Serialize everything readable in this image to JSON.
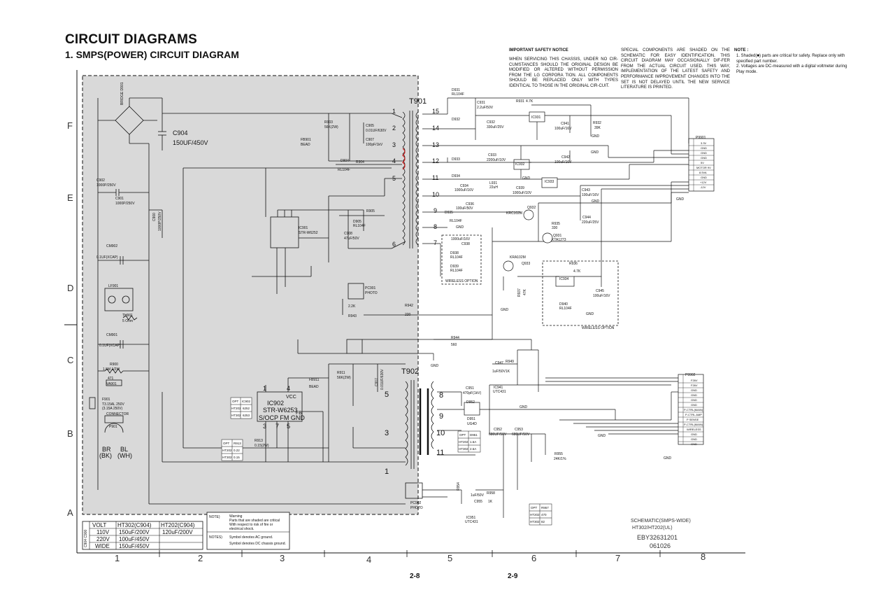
{
  "header": {
    "title": "CIRCUIT DIAGRAMS",
    "subtitle": "1. SMPS(POWER) CIRCUIT DIAGRAM"
  },
  "safety_notice": {
    "title": "IMPORTANT SAFETY NOTICE",
    "body": "WHEN SERVICING THIS CHASSIS, UNDER NO CIR-CUMSTANCES SHOULD THE ORIGINAL DESIGN BE MODIFIED OR ALTERED WITHOUT PERMISSION FROM THE LG CORPORA TION. ALL COMPONENTS SHOULD BE REPLACED ONLY WITH TYPES IDENTICAL TO THOSE IN THE ORIGINAL CIR-CUIT.",
    "body2": "SPECIAL COMPONENTS ARE SHADED ON THE SCHEMATIC FOR EASY IDENTIFICATION. THIS CIRCUIT DIAGRAM MAY OCCASIONALLY DIF-FER FROM THE ACTUAL CIRCUIT USED. THIS WAY, IMPLEMENTATION OF THE LATEST SAFETY AND PERFORMANCE IMPROVEMENT CHANGES INTO THE SET IS NOT DELAYED UNTIL THE NEW SERVICE LITERATURE IS PRINTED."
  },
  "note": {
    "title": "NOTE :",
    "items": [
      "1. Shaded(■) parts are critical for safety. Replace only with specified part number.",
      "2. Voltages are DC-measured with a digital voltmeter during Play mode."
    ]
  },
  "grid": {
    "columns": [
      "1",
      "2",
      "3",
      "4",
      "5",
      "6",
      "7",
      "8"
    ],
    "rows": [
      "F",
      "E",
      "D",
      "C",
      "B",
      "A"
    ]
  },
  "volt_table": {
    "side_label": "C904 C900",
    "headers": [
      "VOLT",
      "HT302(C904)",
      "HT202(C904)"
    ],
    "rows": [
      [
        "110V",
        "150uF/200V",
        "120uF/200V"
      ],
      [
        "220V",
        "100uF/450V",
        ""
      ],
      [
        "WIDE",
        "150uF/450V",
        ""
      ]
    ]
  },
  "notes_box": {
    "note1_label": "NOTE)",
    "warning_title": "Warning",
    "warning_lines": [
      "Parts that are shaded are critical",
      "With respect to risk of fire or",
      "electrical shock."
    ],
    "note2_label": "NOTES)",
    "ac_ground": "Symbol denotes AC ground.",
    "dc_ground": "Symbol denotes DC chassis ground."
  },
  "footer": {
    "schematic": "SCHEMATIC(SMPS-WIDE)",
    "model": "HT302/HT202(UL)",
    "part_no": "EBY32631201",
    "date": "061026",
    "page_left": "2-8",
    "page_right": "2-9"
  },
  "components": {
    "bridge": "BRIDGE D901",
    "c904": "C904",
    "c904_val": "150UF/450V",
    "t901": "T901",
    "t902": "T902",
    "c902": "C902",
    "c902_val": "1000P/250V",
    "c901": "C901",
    "c901_val": "1000P/250V",
    "c900": "C900",
    "c900_val": "1000P/250V",
    "cm902": "CM902",
    "cm902_val": "0.1UF(XCAP)",
    "lf901": "LF901",
    "th901": "TH901",
    "th901_val": "5 Ohm",
    "cm901": "CM901",
    "cm901_val": "0.1UF(XCAP)",
    "r900": "R900",
    "r900_val": "1.5M 1/2W",
    "va901": "VA901",
    "va901_val": "471",
    "f901": "F901",
    "f901_val1": "T3.15AL 250V",
    "f901_val2": "(3.15A 250V)",
    "connector": "CONNECTOR",
    "p901": "P901",
    "br": "BR",
    "br2": "(BK)",
    "bl": "BL",
    "bl2": "(WH)",
    "ic901": "IC901",
    "ic901_part": "STR-W6252",
    "ic902": "IC902",
    "ic902_part": "STR-W6253",
    "ic902_vcc": "VCC",
    "ic902_pins": "S/OCP FM GND",
    "ic902_fb": "FB",
    "ic902_p1": "1",
    "ic902_p4": "4",
    "ic902_p3": "3",
    "ic902_p7": "7",
    "ic902_p5": "5",
    "d903": "R903",
    "d903_val": "56K(2W)",
    "c905": "C905",
    "c905_val": "0.01UF/630V",
    "c907": "C907",
    "c907_val": "100pF/1kV",
    "fb901": "FB901",
    "fb901_val": "BEAD",
    "d904": "D904",
    "d904_val": "RL104F",
    "r904": "R904",
    "r905": "R905",
    "d905": "D905",
    "d905_val": "RL104F",
    "c908": "C908",
    "c908_val": "47uF/50V",
    "pc901": "PC901",
    "pc901_part": "PHOTO",
    "r942": "R942",
    "r942_val": "220",
    "r943": "R943",
    "r943_val": "2.2K",
    "r944": "R944",
    "r944_val": "560",
    "fb911": "FB911",
    "fb911_val": "BEAD",
    "r911": "R911",
    "r911_val": "56K(2W)",
    "c917": "C917",
    "c917_val": "0.01UF/630V",
    "r913": "R913",
    "r913_val": "0.15(2W)",
    "pc902": "PC902",
    "pc902_part": "PHOTO",
    "gnd": "GND",
    "t901_pins": [
      "1",
      "2",
      "3",
      "4",
      "5",
      "6",
      "15",
      "14",
      "13",
      "12",
      "11",
      "10",
      "9",
      "8",
      "7"
    ],
    "t902_pins": [
      "5",
      "3",
      "1",
      "8",
      "9",
      "10",
      "11"
    ],
    "d931": "D931",
    "d931_val": "RL104F",
    "c931": "C931",
    "c931_val": "2.2uF/50V",
    "r931": "R931",
    "r931_val": "4.7K",
    "ic931": "IC931",
    "d932": "D932",
    "c932": "C932",
    "c932_val": "330uF/25V",
    "c941": "C941",
    "c941_val": "100uF/16V",
    "r932": "R932",
    "r932_val": "39K",
    "d933": "D933",
    "c933": "C933",
    "c933_val": "2200uF/10V",
    "ic932": "IC932",
    "c942": "C942",
    "c942_val": "100uF/16V",
    "d934": "D934",
    "c934": "C934",
    "c934_val": "1000uF/16V",
    "l931": "L931",
    "l931_val": "22uH",
    "c939": "C939",
    "c939_val": "1000uF/10V",
    "ic933": "IC933",
    "c943": "C943",
    "c943_val": "100uF/16V",
    "c936": "C936",
    "c936_val": "100uF/50V",
    "d935": "D935",
    "d935_val": "RL104F",
    "krc102m": "KRC102M",
    "q932": "Q932",
    "r935": "R935",
    "r935_val": "330",
    "q931": "Q931",
    "q931_val": "KTA1273",
    "c944": "C944",
    "c944_val": "220uF/25V",
    "c938": "C938",
    "c938_val": "1000uF/16V",
    "d938": "D938",
    "d938_val": "RL104F",
    "d939": "D939",
    "d939_val": "RL104F",
    "wireless": "WIRELESS OPTION",
    "kra102m": "KRA102M",
    "q933": "Q933",
    "r936": "R936",
    "r936_val": "4.7K",
    "ic934": "IC934",
    "c945": "C945",
    "c945_val": "100uF/16V",
    "d940": "D940",
    "d940_val": "RL104F",
    "r937": "R937",
    "r937_val": "47K",
    "p9901": "P9901",
    "p9901_rows": [
      "3.3V",
      "GND",
      "GND",
      "GND",
      "5V",
      "MOTOR 9V",
      "8.5VA",
      "GND",
      "+12V",
      "-12V"
    ],
    "c947": "C947",
    "c947_val": "1uF/50V",
    "r949": "R949",
    "r949_val": "1K",
    "c951": "C951",
    "c951_val": "470pF(1kV)",
    "ic941": "IC941",
    "ic941_val": "UTC431",
    "d952": "D952",
    "d951": "D951",
    "d951_val": "UG4D",
    "c952": "C952",
    "c952_val": "680UF/50V",
    "c953": "C953",
    "c953_val": "680UF/50V",
    "r955": "R955",
    "r955_val": "24K/1%",
    "r954": "R954",
    "c955": "C955",
    "c955_val": "1uF/50V",
    "r958": "R958",
    "r958_val": "1K",
    "ic951": "IC951",
    "ic951_val": "UTC431",
    "p9902": "P9902",
    "p9902_rows": [
      "F26V",
      "F26V",
      "GND",
      "GND",
      "GND",
      "GND",
      "P-CTRL(MAIN)",
      "P-CTRL AMP",
      "P SENSE",
      "P-CTRL(MAIN)",
      "WIRELESS",
      "GND",
      "GND",
      "GND"
    ],
    "opt_table1": {
      "headers": [
        "OPT",
        "IC902"
      ],
      "rows": [
        [
          "HT202",
          "6252"
        ],
        [
          "HT302",
          "6253"
        ]
      ]
    },
    "opt_table2": {
      "headers": [
        "OPT",
        "R913"
      ],
      "rows": [
        [
          "HT202",
          "0.22"
        ],
        [
          "HT302",
          "0.15"
        ]
      ]
    },
    "opt_table3": {
      "headers": [
        "OPT",
        "D951"
      ],
      "rows": [
        [
          "HT202",
          "1.6A"
        ],
        [
          "HT302",
          "2.6A"
        ]
      ]
    },
    "opt_table4": {
      "headers": [
        "OPT",
        "R957"
      ],
      "rows": [
        [
          "HT202",
          "470"
        ],
        [
          "HT302",
          "82"
        ]
      ]
    }
  },
  "colors": {
    "shade": "#d9d9d9",
    "line": "#111111",
    "highlight": "#cc2222"
  }
}
